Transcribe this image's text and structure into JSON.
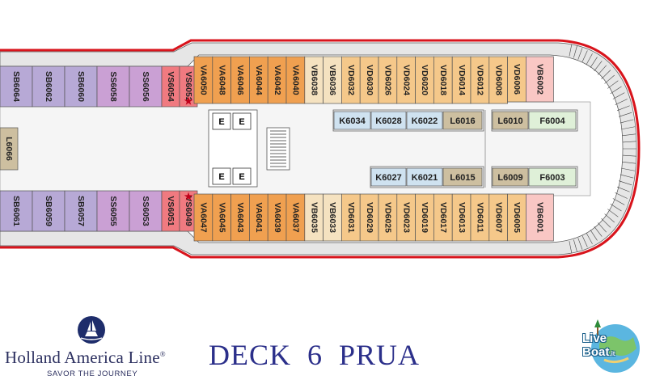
{
  "title": "DECK  6  PRUA",
  "brand": {
    "name": "Holland America Line",
    "mark": "®",
    "tagline": "SAVOR THE JOURNEY"
  },
  "watermark": {
    "text": "Live",
    "text2": "Boat",
    "suffix": ".it"
  },
  "colors": {
    "VA": "#f0a050",
    "VD": "#f5c88a",
    "VB": "#f5e2c0",
    "VS": "#f07a80",
    "SB": "#b7a9d6",
    "SS": "#caa0d4",
    "L": "#cdbfa0",
    "K": "#cfe2f0",
    "F": "#dff0d8",
    "P": "#f9c7c4",
    "hull": "#d8141c",
    "deck": "#ececec"
  },
  "cabins": {
    "top_stern": [
      {
        "id": "SB6064",
        "cls": "SB"
      },
      {
        "id": "SB6062",
        "cls": "SB"
      },
      {
        "id": "SB6060",
        "cls": "SB"
      },
      {
        "id": "SS6058",
        "cls": "SS"
      },
      {
        "id": "SS6056",
        "cls": "SS"
      },
      {
        "id": "VS6054",
        "cls": "VS"
      },
      {
        "id": "VS6052",
        "cls": "VS"
      }
    ],
    "top_fwd": [
      {
        "id": "VA6050",
        "cls": "VA"
      },
      {
        "id": "VA6048",
        "cls": "VA"
      },
      {
        "id": "VA6046",
        "cls": "VA"
      },
      {
        "id": "VA6044",
        "cls": "VA"
      },
      {
        "id": "VA6042",
        "cls": "VA"
      },
      {
        "id": "VA6040",
        "cls": "VA"
      },
      {
        "id": "VB6038",
        "cls": "VB"
      },
      {
        "id": "VB6036",
        "cls": "VB"
      },
      {
        "id": "VD6032",
        "cls": "VD"
      },
      {
        "id": "VD6030",
        "cls": "VD"
      },
      {
        "id": "VD6026",
        "cls": "VD"
      },
      {
        "id": "VD6024",
        "cls": "VD"
      },
      {
        "id": "VD6020",
        "cls": "VD"
      },
      {
        "id": "VD6018",
        "cls": "VD"
      },
      {
        "id": "VD6014",
        "cls": "VD"
      },
      {
        "id": "VD6012",
        "cls": "VD"
      },
      {
        "id": "VD6008",
        "cls": "VD"
      },
      {
        "id": "VD6006",
        "cls": "VD"
      },
      {
        "id": "VB6002",
        "cls": "P"
      }
    ],
    "bot_stern": [
      {
        "id": "SB6061",
        "cls": "SB"
      },
      {
        "id": "SB6059",
        "cls": "SB"
      },
      {
        "id": "SB6057",
        "cls": "SB"
      },
      {
        "id": "SS6055",
        "cls": "SS"
      },
      {
        "id": "SS6053",
        "cls": "SS"
      },
      {
        "id": "VS6051",
        "cls": "VS"
      },
      {
        "id": "VS6049",
        "cls": "VS"
      }
    ],
    "bot_fwd": [
      {
        "id": "VA6047",
        "cls": "VA"
      },
      {
        "id": "VA6045",
        "cls": "VA"
      },
      {
        "id": "VA6043",
        "cls": "VA"
      },
      {
        "id": "VA6041",
        "cls": "VA"
      },
      {
        "id": "VA6039",
        "cls": "VA"
      },
      {
        "id": "VA6037",
        "cls": "VA"
      },
      {
        "id": "VB6035",
        "cls": "VB"
      },
      {
        "id": "VB6033",
        "cls": "VB"
      },
      {
        "id": "VD6031",
        "cls": "VD"
      },
      {
        "id": "VD6029",
        "cls": "VD"
      },
      {
        "id": "VD6025",
        "cls": "VD"
      },
      {
        "id": "VD6023",
        "cls": "VD"
      },
      {
        "id": "VD6019",
        "cls": "VD"
      },
      {
        "id": "VD6017",
        "cls": "VD"
      },
      {
        "id": "VD6013",
        "cls": "VD"
      },
      {
        "id": "VD6011",
        "cls": "VD"
      },
      {
        "id": "VD6007",
        "cls": "VD"
      },
      {
        "id": "VD6005",
        "cls": "VD"
      },
      {
        "id": "VB6001",
        "cls": "P"
      }
    ],
    "inner_top": [
      {
        "id": "K6034",
        "cls": "K"
      },
      {
        "id": "K6028",
        "cls": "K"
      },
      {
        "id": "K6022",
        "cls": "K"
      },
      {
        "id": "L6016",
        "cls": "L"
      },
      {
        "id": "L6010",
        "cls": "L"
      },
      {
        "id": "F6004",
        "cls": "F"
      }
    ],
    "inner_bot": [
      {
        "id": "K6027",
        "cls": "K"
      },
      {
        "id": "K6021",
        "cls": "K"
      },
      {
        "id": "L6015",
        "cls": "L"
      },
      {
        "id": "L6009",
        "cls": "L"
      },
      {
        "id": "F6003",
        "cls": "F"
      }
    ],
    "mid_stern": {
      "id": "L6066",
      "cls": "L"
    }
  },
  "accessible_cabins": [
    "VS6052",
    "VS6049"
  ],
  "elevator_label": "E"
}
